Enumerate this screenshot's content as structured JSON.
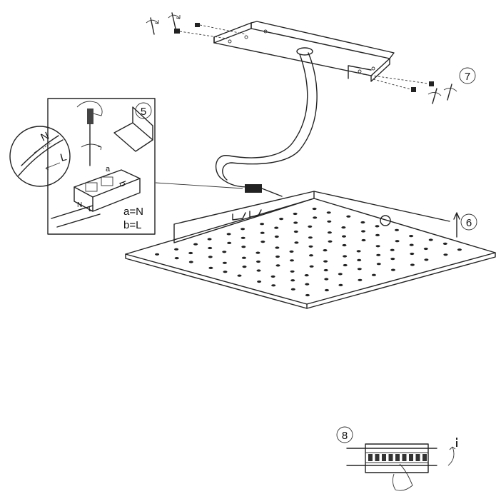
{
  "steps": {
    "step5": "5",
    "step6": "6",
    "step7": "7",
    "step8": "8"
  },
  "wire_labels": {
    "n": "N",
    "l": "L",
    "a": "a",
    "b": "b"
  },
  "legend": {
    "line1": "a=N",
    "line2": "b=L"
  },
  "terminal_labels": {
    "n": "N",
    "l": "L"
  },
  "info_icon": "info-icon",
  "colors": {
    "line": "#222222",
    "background": "#ffffff"
  }
}
